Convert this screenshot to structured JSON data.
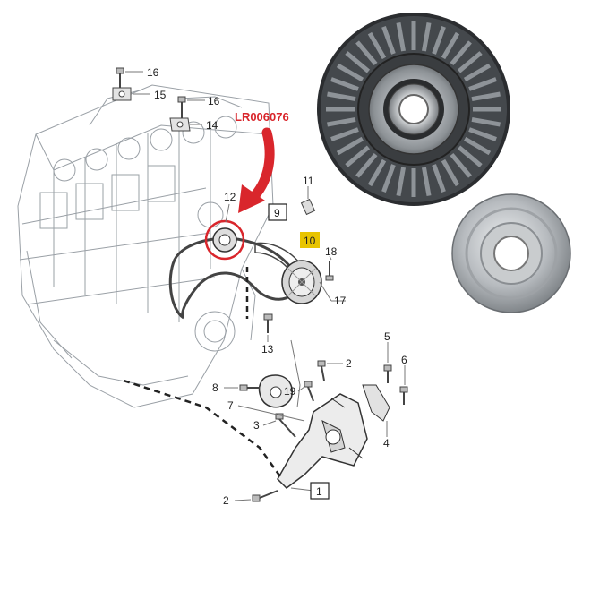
{
  "part_number": {
    "text": "LR006076",
    "color": "#d9262c"
  },
  "highlight_color": "#e8c400",
  "callouts": [
    {
      "id": "c16a",
      "text": "16"
    },
    {
      "id": "c15",
      "text": "15"
    },
    {
      "id": "c16b",
      "text": "16"
    },
    {
      "id": "c14",
      "text": "14"
    },
    {
      "id": "c12",
      "text": "12"
    },
    {
      "id": "c9",
      "text": "9"
    },
    {
      "id": "c11",
      "text": "11"
    },
    {
      "id": "c10",
      "text": "10"
    },
    {
      "id": "c18",
      "text": "18"
    },
    {
      "id": "c17",
      "text": "17"
    },
    {
      "id": "c13",
      "text": "13"
    },
    {
      "id": "c5",
      "text": "5"
    },
    {
      "id": "c2a",
      "text": "2"
    },
    {
      "id": "c6",
      "text": "6"
    },
    {
      "id": "c8",
      "text": "8"
    },
    {
      "id": "c19",
      "text": "19"
    },
    {
      "id": "c7",
      "text": "7"
    },
    {
      "id": "c3",
      "text": "3"
    },
    {
      "id": "c4",
      "text": "4"
    },
    {
      "id": "c1",
      "text": "1"
    },
    {
      "id": "c2b",
      "text": "2"
    }
  ],
  "icons": {
    "pulley_front": "idler-pulley-photo-icon",
    "pulley_back": "pulley-washer-photo-icon",
    "arrow": "red-pointer-arrow-icon"
  }
}
